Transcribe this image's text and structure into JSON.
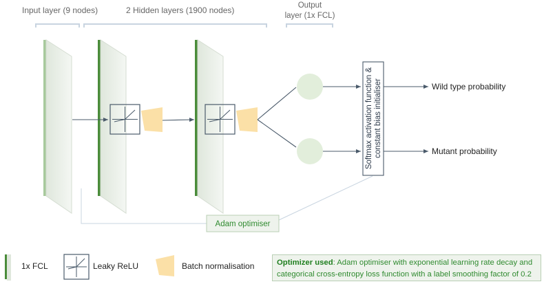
{
  "labels": {
    "input_layer": "Input layer (9 nodes)",
    "hidden_layers": "2 Hidden layers (1900 nodes)",
    "output_line1": "Output",
    "output_line2": "layer (1x FCL)",
    "softmax_line1": "Softmax activation function &",
    "softmax_line2": "constant bias initialiser",
    "wild_type": "Wild type probability",
    "mutant": "Mutant probability",
    "adam": "Adam optimiser"
  },
  "legend": {
    "fcl": "1x FCL",
    "relu": "Leaky ReLU",
    "batchnorm": "Batch normalisation"
  },
  "optimizer_note": {
    "heading": "Optimizer used",
    "text": ": Adam optimiser with exponential learning rate decay and categorical cross-entropy loss function with a label smoothing factor of 0.2"
  },
  "colors": {
    "fcl_dark": "#4a8c3a",
    "panel_light": "#e9efe6",
    "node_fill": "#e2eedb",
    "batchnorm": "#fbe0a7",
    "arrow": "#4a5a6a",
    "bracket": "#c8d4e0",
    "text": "#3a3a3a",
    "note_green": "#2f8a2f"
  }
}
